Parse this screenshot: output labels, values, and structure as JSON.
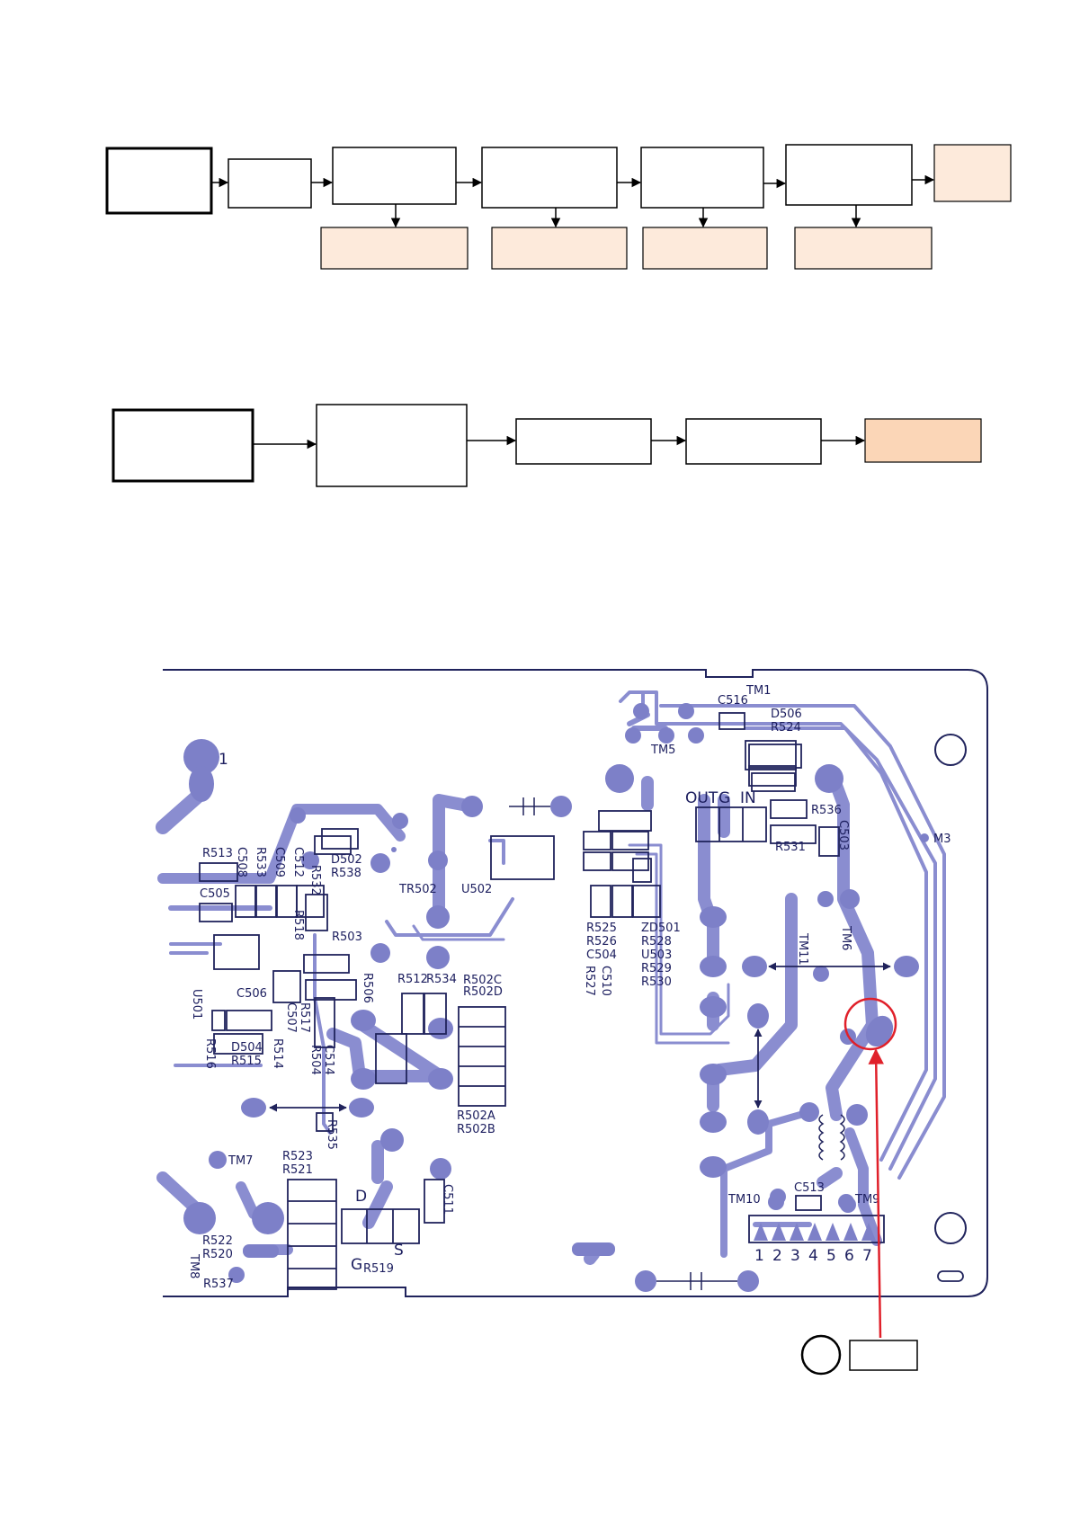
{
  "pcb": {
    "ref_labels": [
      "1",
      "TM1",
      "C516",
      "D506",
      "R524",
      "TM5",
      "OUT",
      "G",
      "IN",
      "R536",
      "C503",
      "R531",
      "M3",
      "R513",
      "C508",
      "R533",
      "C509",
      "C512",
      "D502",
      "R538",
      "R532",
      "C505",
      "R518",
      "TR502",
      "U502",
      "R503",
      "R525",
      "R526",
      "C504",
      "R527",
      "C510",
      "ZD501",
      "R528",
      "U503",
      "R529",
      "R530",
      "TM11",
      "TM6",
      "U501",
      "C506",
      "R517",
      "C507",
      "R506",
      "R512",
      "R534",
      "R502C",
      "R502D",
      "D504",
      "R515",
      "R516",
      "R514",
      "R504",
      "C514",
      "R502A",
      "R502B",
      "R535",
      "TM7",
      "R523",
      "R521",
      "D",
      "C511",
      "R522",
      "R520",
      "TM8",
      "R537",
      "G",
      "R519",
      "S",
      "TM10",
      "C513",
      "TM9",
      "1",
      "2",
      "3",
      "4",
      "5",
      "6",
      "7"
    ]
  },
  "colors": {
    "pcb_trace": "#8a8dd0",
    "pcb_pad": "#7d80c8",
    "outline": "#20235c",
    "peach": "#fdeadb",
    "peach_dark": "#fbd6b7",
    "highlight": "#e0202a"
  }
}
